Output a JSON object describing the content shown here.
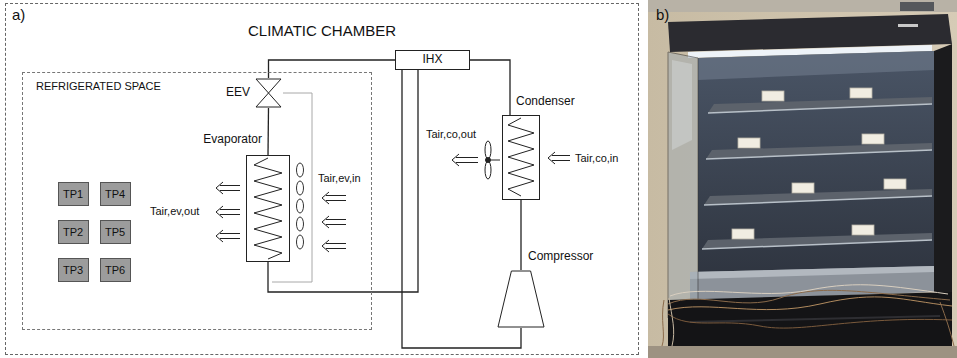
{
  "diagram": {
    "nodes": [
      {
        "text": [
          "CLIMATIC CHAMBER"
        ]
      },
      {
        "text": [
          "REFRIGERATED SPACE"
        ],
        "in": 0
      },
      {
        "text": [
          "TP1"
        ],
        "in": 1
      },
      {
        "text": [
          "TP4"
        ],
        "in": 1
      },
      {
        "text": [
          "TP2"
        ],
        "in": 1
      },
      {
        "text": [
          "TP5"
        ],
        "in": 1
      },
      {
        "text": [
          "TP3"
        ],
        "in": 1
      },
      {
        "text": [
          "TP6"
        ],
        "in": 1
      },
      {
        "text": [
          "EEV"
        ],
        "in": 1
      },
      {
        "text": [
          "Evaporator"
        ],
        "in": 1
      },
      {
        "text": [
          "IHX"
        ],
        "in": 0
      },
      {
        "text": [
          "Condenser"
        ],
        "in": 0
      },
      {
        "text": [
          "Compressor"
        ],
        "in": 0
      }
    ],
    "edges": [
      {
        "from": 12,
        "to": 11,
        "arrow": "none"
      },
      {
        "from": 11,
        "to": 10,
        "arrow": "none"
      },
      {
        "from": 10,
        "to": 8,
        "arrow": "none"
      },
      {
        "from": 8,
        "to": 9,
        "arrow": "none"
      },
      {
        "from": 9,
        "to": 10,
        "arrow": "none"
      },
      {
        "from": 10,
        "to": 12,
        "arrow": "none"
      }
    ],
    "labels": [
      "a)",
      "Tair,ev,out",
      "Tair,ev,in",
      "Tair,co,out",
      "Tair,co,in",
      "b)"
    ]
  }
}
